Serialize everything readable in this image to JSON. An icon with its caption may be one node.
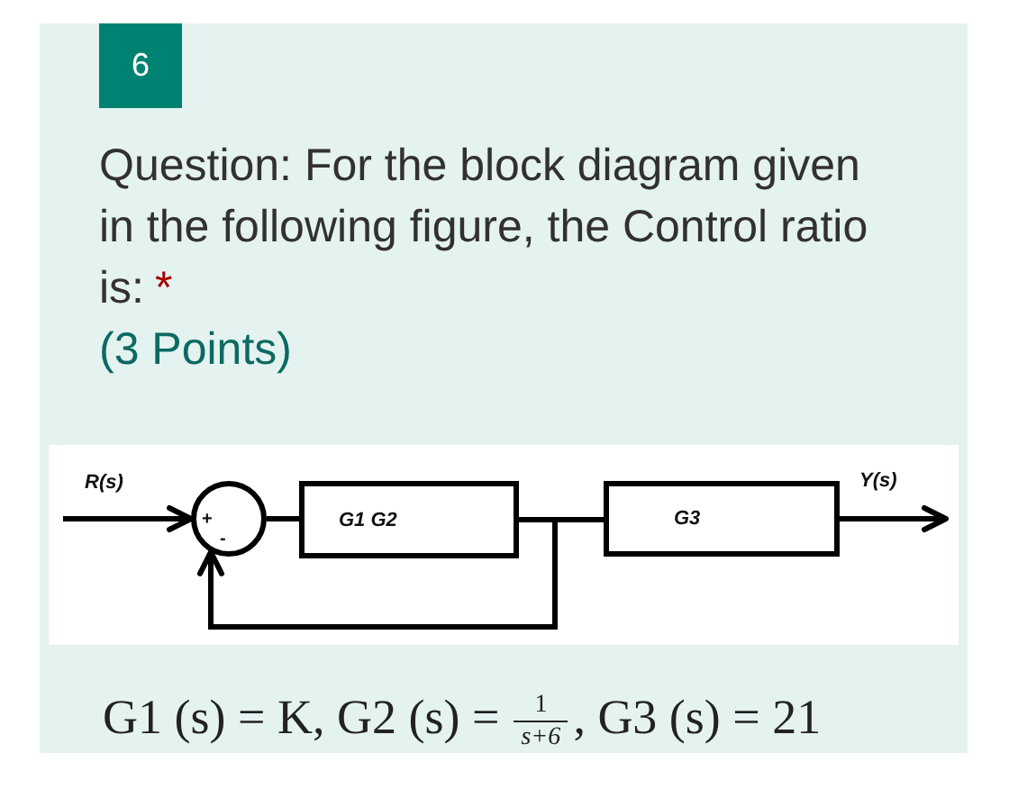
{
  "diagram": {
    "nodes": [
      {
        "text": [
          "+",
          "-"
        ]
      },
      {
        "text": [
          "G1 G2"
        ]
      },
      {
        "text": [
          "G3"
        ]
      }
    ],
    "edges": [
      {
        "from": null,
        "to": 0,
        "arrow": "to",
        "label": "R(s)"
      },
      {
        "from": 0,
        "to": 1,
        "arrow": "none"
      },
      {
        "from": 1,
        "to": 2,
        "arrow": "none"
      },
      {
        "from": 1,
        "to": 0,
        "arrow": "to"
      },
      {
        "from": 2,
        "to": null,
        "arrow": "to",
        "label": "Y(s)"
      }
    ],
    "labels": [
      "6",
      "Question: For the block diagram given in the following figure, the Control ratio is:",
      "*",
      "(3 Points)",
      "G1 (s) = K, G2 (s) =",
      "1",
      "s+6",
      ", G3 (s) = 21"
    ]
  }
}
